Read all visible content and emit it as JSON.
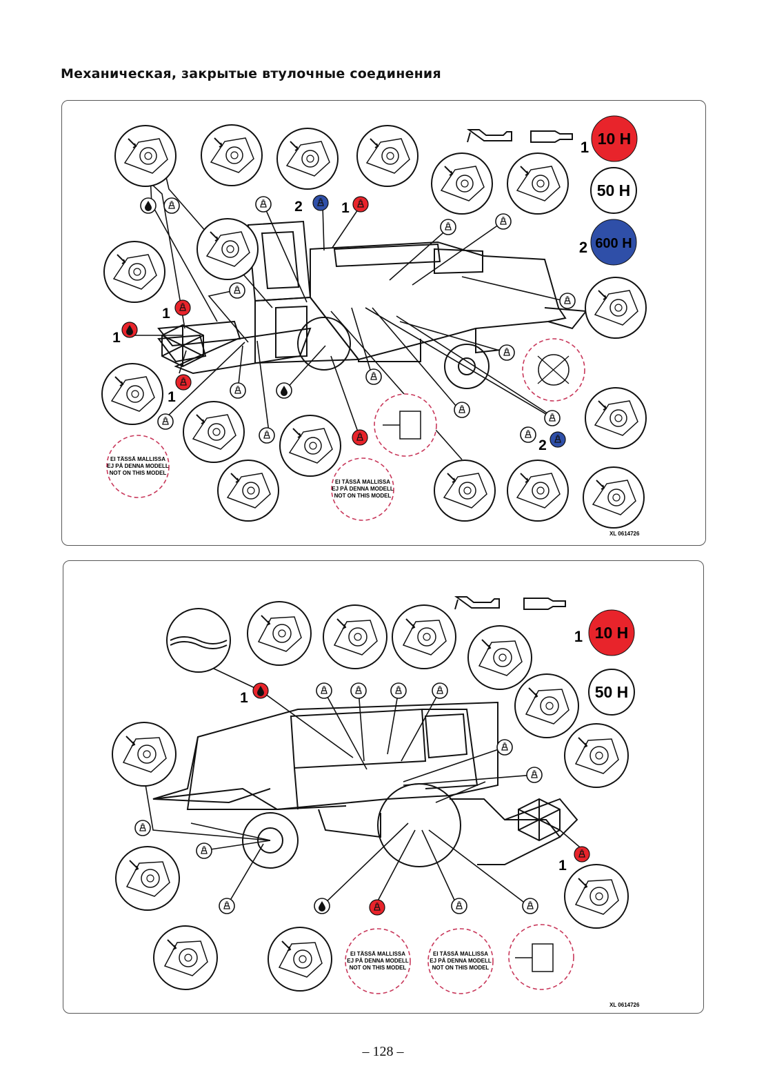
{
  "page": {
    "title": "Механическая, закрытые втулочные соединения",
    "page_number": "– 128 –"
  },
  "colors": {
    "red": "#e8242b",
    "blue": "#2f4fa8",
    "line": "#111111",
    "dash": "#c8375a"
  },
  "panel_top": {
    "legend": [
      {
        "num": "1",
        "label": "10 H",
        "color": "red"
      },
      {
        "num": "",
        "label": "50 H",
        "color": "white"
      },
      {
        "num": "2",
        "label": "600 H",
        "color": "blue"
      }
    ],
    "not_on_model": [
      "EI TÄSSÄ MALLISSA",
      "EJ PÅ DENNA MODELL",
      "NOT ON THIS MODEL"
    ],
    "callout_numbers": [
      "1",
      "2",
      "1",
      "1",
      "1",
      "1",
      "2"
    ],
    "code": "XL 0614726",
    "icons": [
      "oil-can-icon",
      "grease-gun-icon",
      "oil-drop-icon",
      "grease-nipple-icon"
    ]
  },
  "panel_bottom": {
    "legend": [
      {
        "num": "1",
        "label": "10 H",
        "color": "red"
      },
      {
        "num": "",
        "label": "50 H",
        "color": "white"
      }
    ],
    "not_on_model": [
      "EI TÄSSÄ MALLISSA",
      "EJ PÅ DENNA MODELL",
      "NOT ON THIS MODEL"
    ],
    "callout_numbers": [
      "1",
      "1"
    ],
    "code": "XL 0614726",
    "icons": [
      "oil-can-icon",
      "grease-gun-icon",
      "oil-drop-icon",
      "grease-nipple-icon"
    ]
  }
}
